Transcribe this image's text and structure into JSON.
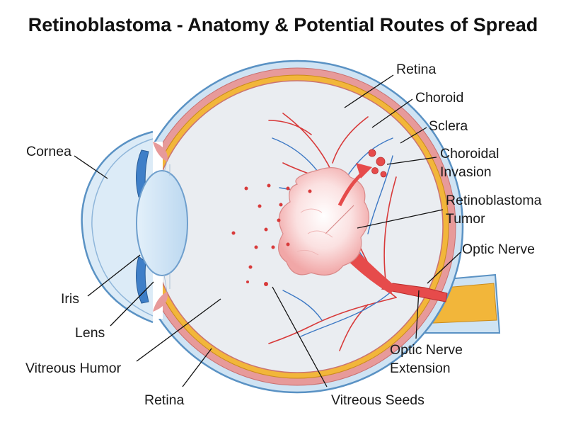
{
  "title": "Retinoblastoma - Anatomy & Potential Routes of Spread",
  "labels": {
    "retina_top": "Retina",
    "choroid": "Choroid",
    "sclera": "Sclera",
    "choroidal_invasion_1": "Choroidal",
    "choroidal_invasion_2": "Invasion",
    "tumor_1": "Retinoblastoma",
    "tumor_2": "Tumor",
    "optic_nerve": "Optic Nerve",
    "optic_ext_1": "Optic Nerve",
    "optic_ext_2": "Extension",
    "cornea": "Cornea",
    "iris": "Iris",
    "lens": "Lens",
    "vitreous_humor": "Vitreous Humor",
    "retina_bottom": "Retina",
    "vitreous_seeds": "Vitreous Seeds"
  },
  "colors": {
    "sclera": "#cfe3f3",
    "sclera_edge": "#5a92c4",
    "choroid": "#e79a9a",
    "retina": "#f2b63a",
    "vitreous": "#eaedf1",
    "lens": "#cfe4f6",
    "iris": "#3f7fc8",
    "tumor": "#e64b4b",
    "vessel_red": "#d83a3a",
    "vessel_blue": "#3c78c4"
  }
}
